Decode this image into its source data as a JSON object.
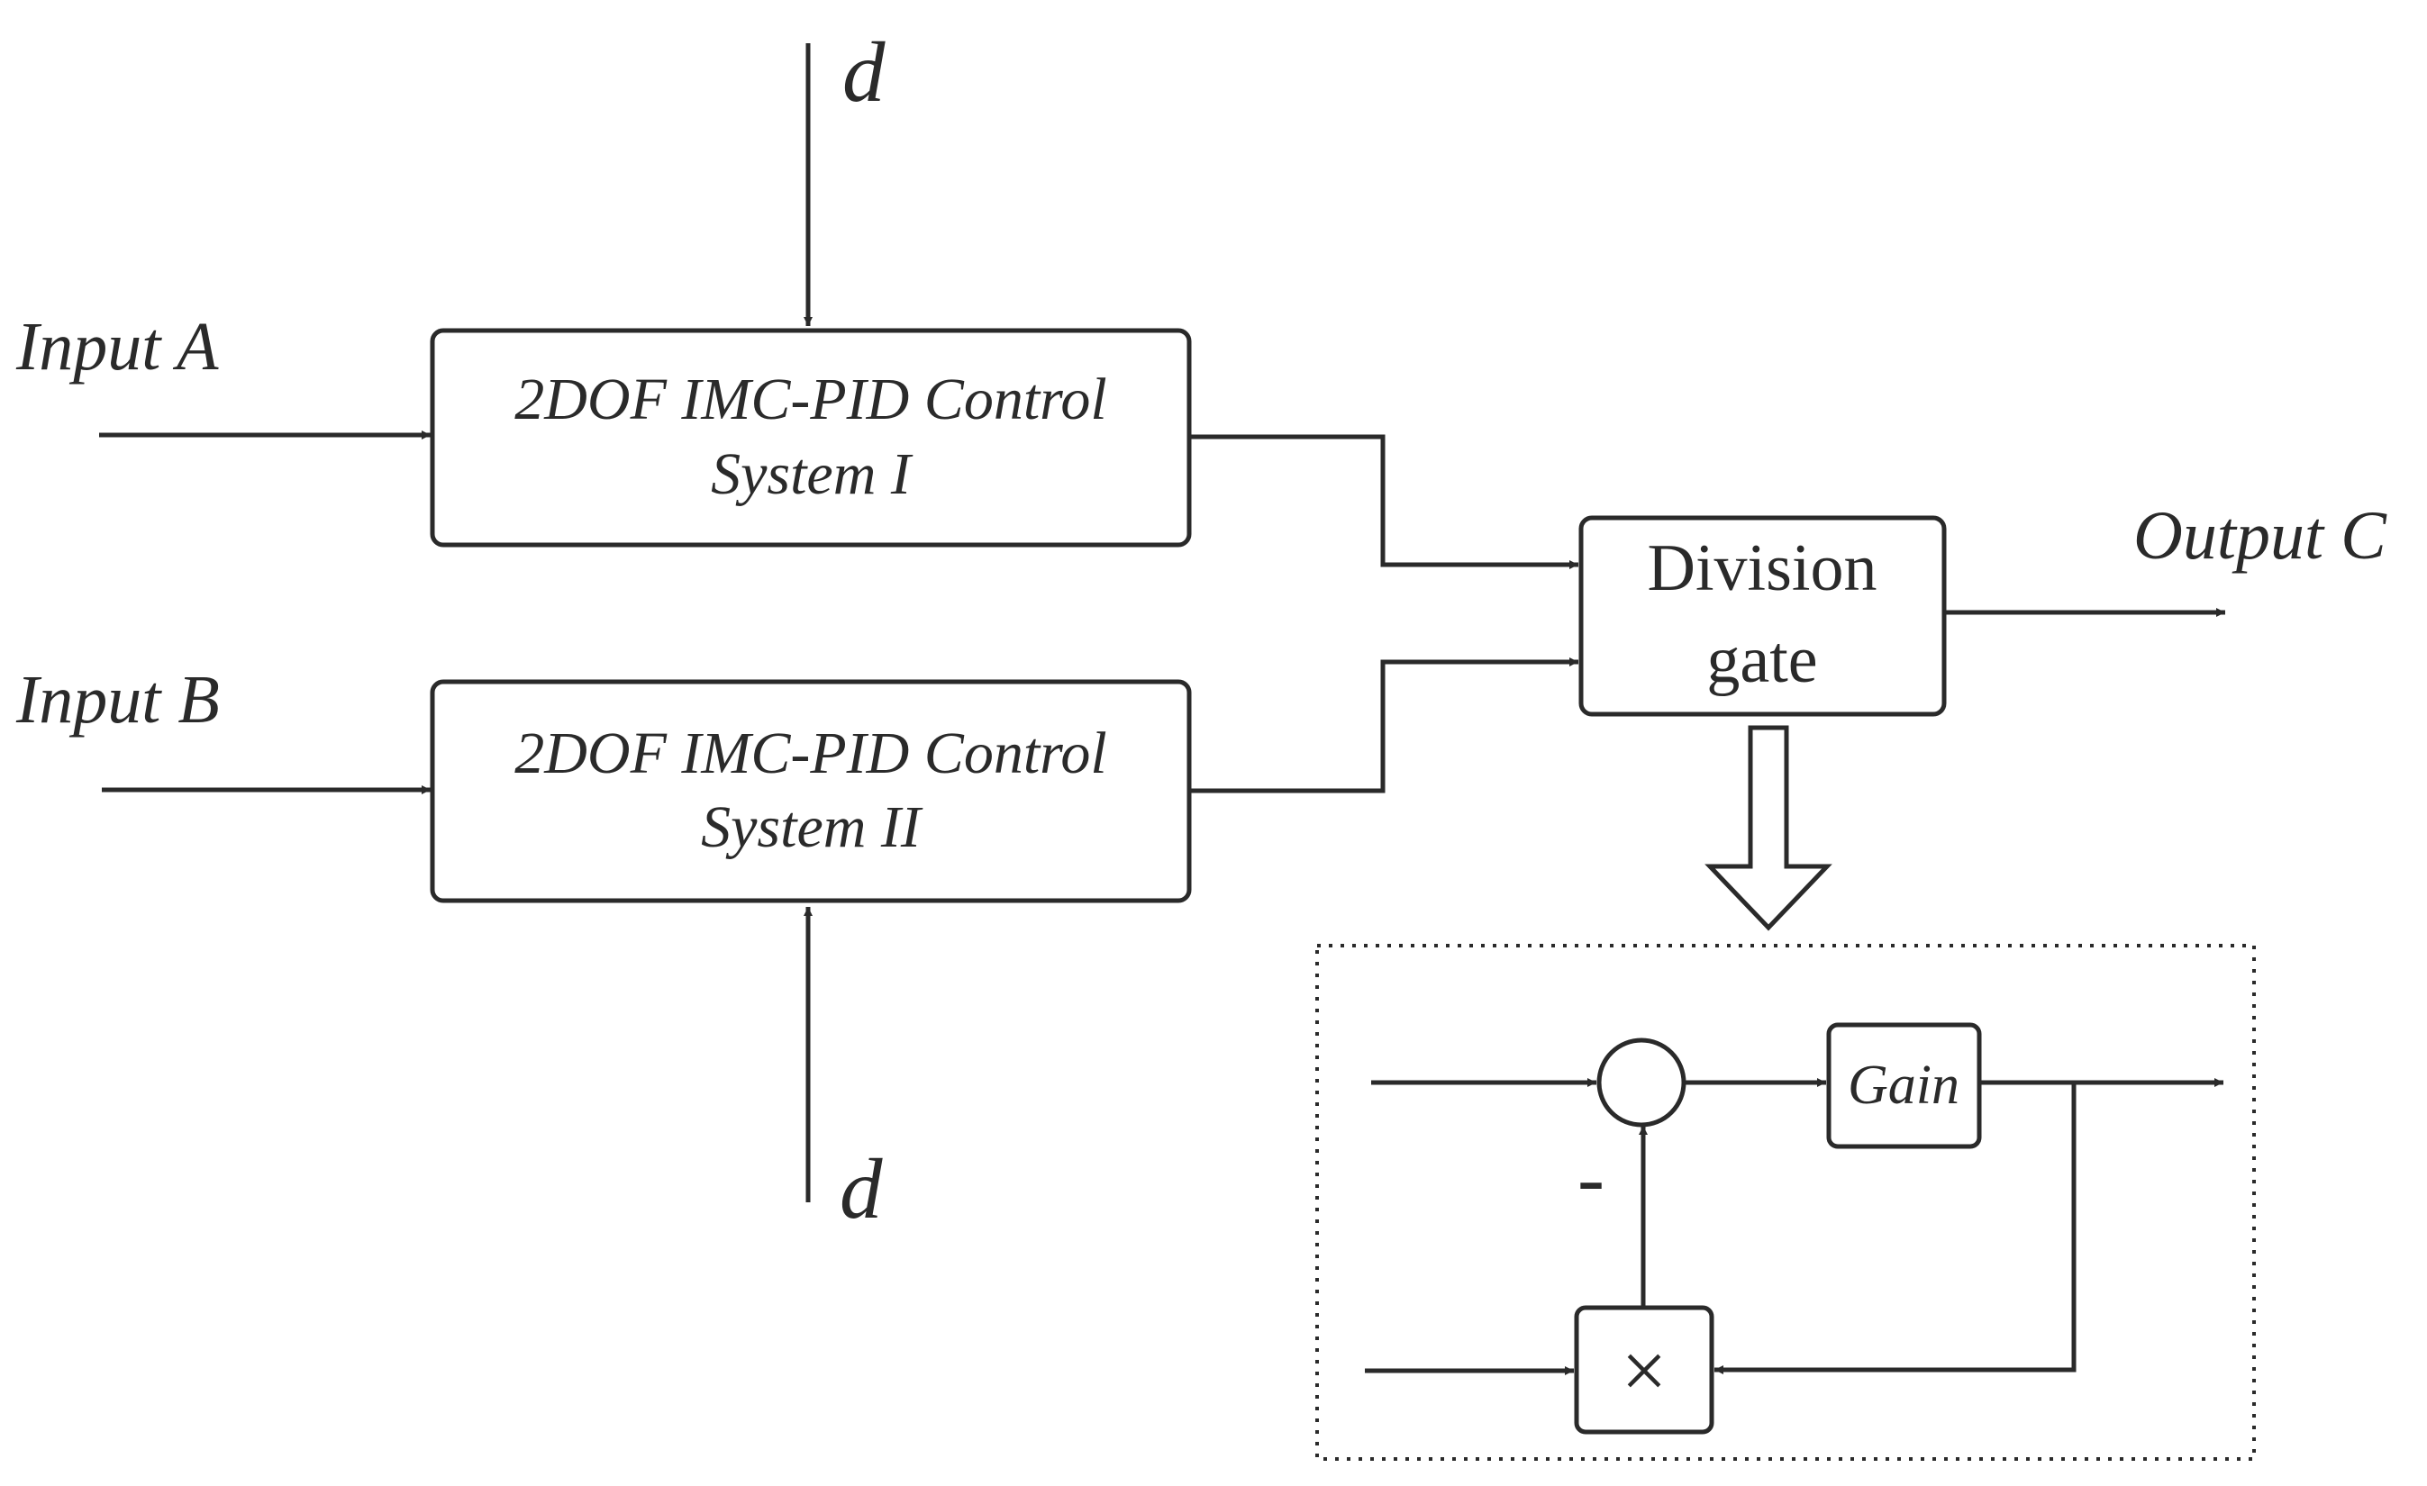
{
  "labels": {
    "disturbance_top": "d",
    "disturbance_bottom": "d",
    "input_a": "Input A",
    "input_b": "Input B",
    "output_c": "Output C",
    "minus_sign": "-"
  },
  "blocks": {
    "system_1": {
      "line1": "2DOF IMC-PID Control",
      "line2": "System I"
    },
    "system_2": {
      "line1": "2DOF IMC-PID Control",
      "line2": "System II"
    },
    "division_gate": {
      "line1": "Division",
      "line2": "gate"
    },
    "gain": "Gain",
    "multiplier": "×"
  },
  "colors": {
    "line": "#2a2a2a",
    "background": "#ffffff"
  }
}
